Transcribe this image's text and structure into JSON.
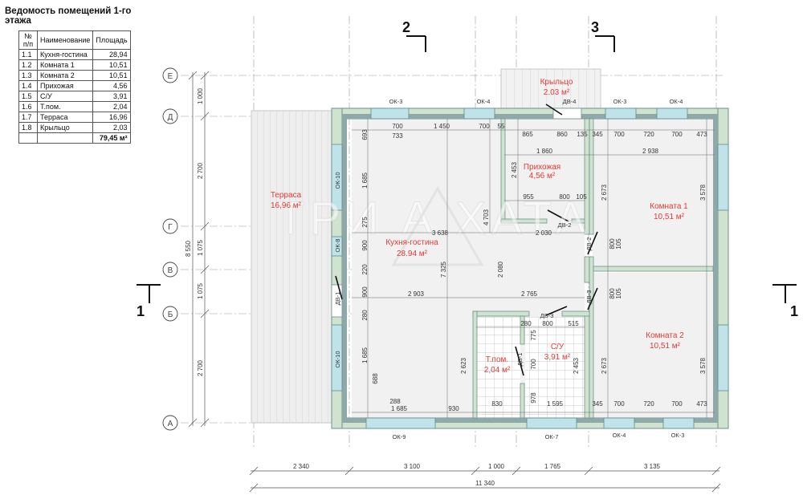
{
  "schedule": {
    "title": "Ведомость помещений 1-го этажа",
    "headers": [
      "№ п/п",
      "Наименование",
      "Площадь"
    ],
    "rows": [
      [
        "1.1",
        "Кухня-гостина",
        "28,94"
      ],
      [
        "1.2",
        "Комната 1",
        "10,51"
      ],
      [
        "1.3",
        "Комната 2",
        "10,51"
      ],
      [
        "1.4",
        "Прихожая",
        "4,56"
      ],
      [
        "1.5",
        "С/У",
        "3,91"
      ],
      [
        "1.6",
        "Т.пом.",
        "2,04"
      ],
      [
        "1.7",
        "Терраса",
        "16,96"
      ],
      [
        "1.8",
        "Крыльцо",
        "2,03"
      ]
    ],
    "total": "79,45 м²"
  },
  "axes": {
    "letters": [
      "Е",
      "Д",
      "Г",
      "В",
      "Б",
      "А"
    ],
    "left_dims": [
      "1 000",
      "2 700",
      "1 075",
      "1 075",
      "2 700"
    ],
    "left_total": "8 550",
    "bottom_dims": [
      "2 340",
      "3 100",
      "1 000",
      "1 765",
      "3 135"
    ],
    "bottom_total": "11 340"
  },
  "sections": {
    "s2": "2",
    "s3": "3",
    "s1": "1"
  },
  "rooms": {
    "kitchen": {
      "name": "Кухня-гостина",
      "area": "28.94 м²"
    },
    "hall": {
      "name": "Прихожая",
      "area": "4,56 м²"
    },
    "room1": {
      "name": "Комната 1",
      "area": "10,51 м²"
    },
    "room2": {
      "name": "Комната 2",
      "area": "10,51 м²"
    },
    "terrace": {
      "name": "Терраса",
      "area": "16,96 м²"
    },
    "porch": {
      "name": "Крыльцо",
      "area": "2.03 м²"
    },
    "bath": {
      "name": "С/У",
      "area": "3,91 м²"
    },
    "tech": {
      "name": "Т.пом.",
      "area": "2,04 м²"
    }
  },
  "openings": {
    "top": [
      "ОК-3",
      "ОК-4",
      "ДВ-4",
      "ОК-3",
      "ОК-4"
    ],
    "bottom": [
      "ОК-9",
      "ОК-7",
      "ОК-4",
      "ОК-3"
    ],
    "left": [
      "ОК-10",
      "ОК-8",
      "ДВ-1",
      "ОК-10"
    ],
    "inner": [
      "ДВ-2",
      "ДВ-2",
      "ДВ-3",
      "ДВ-3",
      "ДВ-1"
    ]
  },
  "dims": {
    "top_row": [
      "700",
      "1 450",
      "700",
      "55",
      "865",
      "860",
      "135",
      "345",
      "700",
      "720",
      "700",
      "473"
    ],
    "d733": "733",
    "d693": "693",
    "d1860": "1 860",
    "d2938": "2 938",
    "d2453a": "2 453",
    "d955": "955",
    "d800a": "800",
    "d105a": "105",
    "d1685a": "1 685",
    "d275": "275",
    "d4703": "4 703",
    "d2673a": "2 673",
    "d3578a": "3 578",
    "d3638": "3 638",
    "d2030": "2 030",
    "d900a": "900",
    "d800b": "800",
    "d105b": "105",
    "d220": "220",
    "d7325": "7 325",
    "d2080": "2 080",
    "d900b": "900",
    "d2903": "2 903",
    "d2765": "2 765",
    "d800c": "800",
    "d105c": "105",
    "d280a": "280",
    "d280b": "280",
    "d800d": "800",
    "d515": "515",
    "d775": "775",
    "d1685b": "1 685",
    "d688": "688",
    "d2623": "2 623",
    "d700v": "700",
    "d2453b": "2 453",
    "d2673b": "2 673",
    "d3578b": "3 578",
    "d978": "978",
    "d288": "288",
    "bottom_row": [
      "1 685",
      "930",
      "830",
      "1 595",
      "345",
      "700",
      "720",
      "700",
      "473"
    ]
  },
  "watermark": "ТРИ А ХАТА",
  "colors": {
    "wall": "#7f9d9d",
    "insulation": "#cfe3cf",
    "window": "#bfe3e8",
    "room_label": "#e53935",
    "dim": "#333333",
    "axis": "#444444"
  }
}
